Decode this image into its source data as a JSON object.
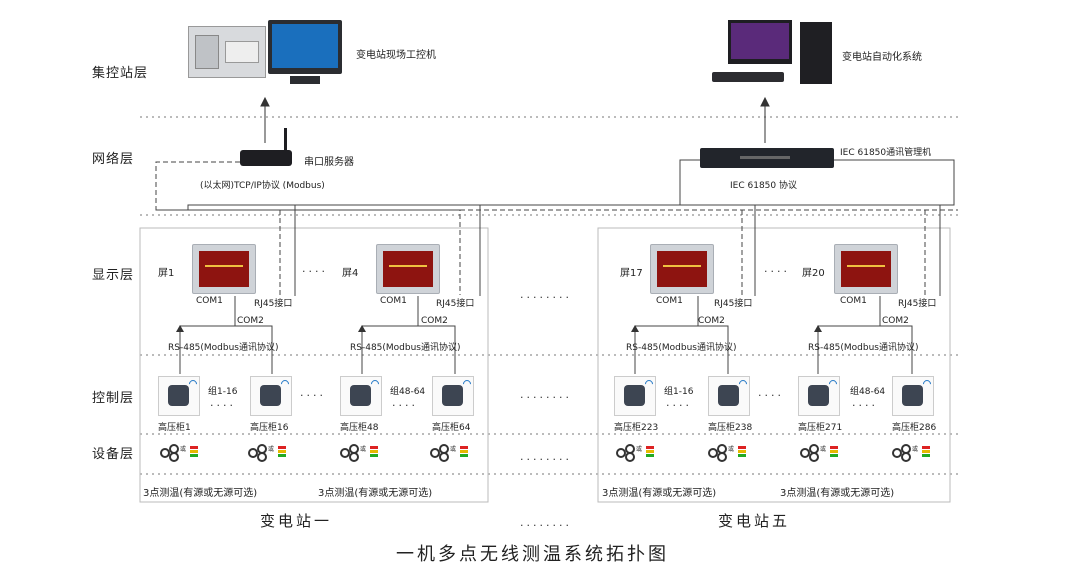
{
  "layers": [
    "集控站层",
    "网络层",
    "显示层",
    "控制层",
    "设备层"
  ],
  "top": {
    "ipc_label": "变电站现场工控机",
    "auto_label": "变电站自动化系统"
  },
  "network": {
    "serial_server": "串口服务器",
    "tcp_label": "(以太网)TCP/IP协议 (Modbus)",
    "iec_manager": "IEC 61850通讯管理机",
    "iec_protocol": "IEC 61850 协议"
  },
  "screens": {
    "s1": "屏1",
    "s4": "屏4",
    "s17": "屏17",
    "s20": "屏20",
    "com1": "COM1",
    "com2": "COM2",
    "rj45": "RJ45接口"
  },
  "rs485": "RS-485(Modbus通讯协议)",
  "groups": [
    "组1-16",
    "组48-64",
    "组1-16",
    "组48-64"
  ],
  "cabinets": [
    "高压柜1",
    "高压柜16",
    "高压柜48",
    "高压柜64",
    "高压柜223",
    "高压柜238",
    "高压柜271",
    "高压柜286"
  ],
  "sensor_text": "3点测温(有源或无源可选)",
  "sensor_small": "或",
  "stations": [
    "变电站一",
    "变电站五"
  ],
  "ellipsis_dots": "......",
  "short_dots": "....",
  "mid_dots": "........",
  "title": "一机多点无线测温系统拓扑图",
  "colors": {
    "screen_red": "#8e1410",
    "device_dark": "#3d4552",
    "link_blue": "#2a7cc7"
  }
}
